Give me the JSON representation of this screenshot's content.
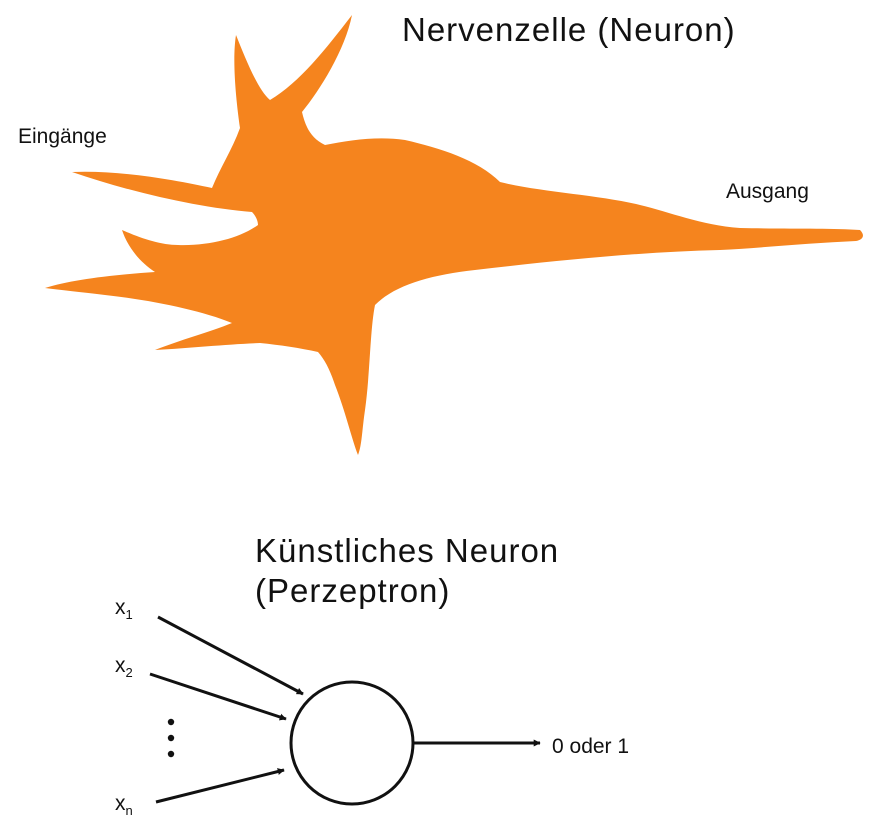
{
  "colors": {
    "neuron_fill": "#F5841E",
    "ink": "#111111"
  },
  "biological": {
    "title": "Nervenzelle (Neuron)",
    "inputs_label": "Eingänge",
    "output_label": "Ausgang"
  },
  "artificial": {
    "title_line1": "Künstliches Neuron",
    "title_line2": "(Perzeptron)",
    "inputs": [
      {
        "base": "x",
        "sub": "1"
      },
      {
        "base": "x",
        "sub": "2"
      },
      {
        "base": "x",
        "sub": "n"
      }
    ],
    "output_label": "0 oder 1"
  }
}
